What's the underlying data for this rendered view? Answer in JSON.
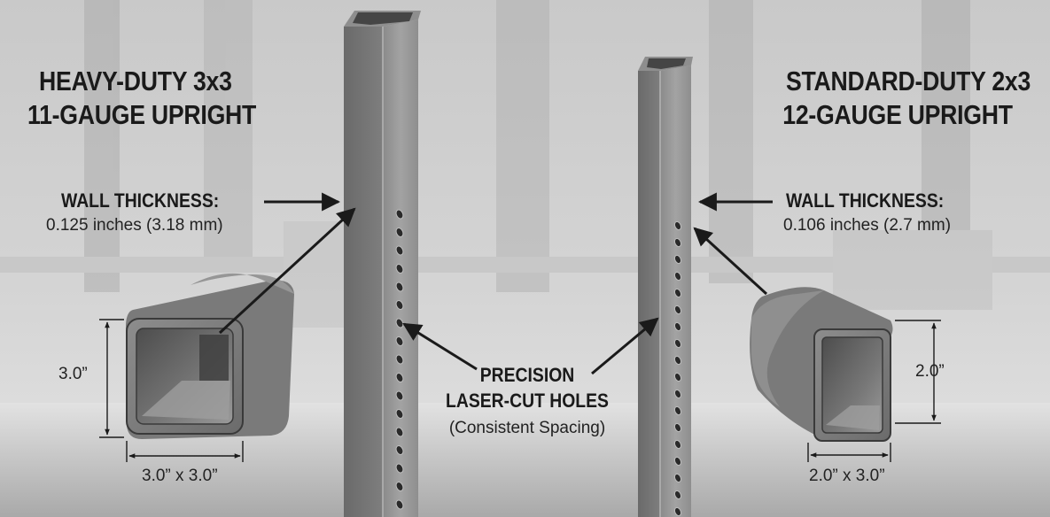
{
  "left_upright": {
    "title_line1": "HEAVY-DUTY 3x3",
    "title_line2": "11-GAUGE UPRIGHT",
    "wall_label": "WALL THICKNESS:",
    "wall_value": "0.125 inches (3.18 mm)",
    "height_dim": "3.0”",
    "width_dim": "3.0” x 3.0”"
  },
  "right_upright": {
    "title_line1": "STANDARD-DUTY 2x3",
    "title_line2": "12-GAUGE UPRIGHT",
    "wall_label": "WALL THICKNESS:",
    "wall_value": "0.106 inches (2.7 mm)",
    "height_dim": "2.0”",
    "width_dim": "2.0” x 3.0”"
  },
  "holes_callout": {
    "line1": "PRECISION",
    "line2": "LASER-CUT HOLES",
    "line3": "(Consistent Spacing)"
  },
  "colors": {
    "steel_light": "#9a9a9a",
    "steel_dark": "#5c5c5c",
    "text": "#1a1a1a",
    "background": "#cfcfcf"
  }
}
